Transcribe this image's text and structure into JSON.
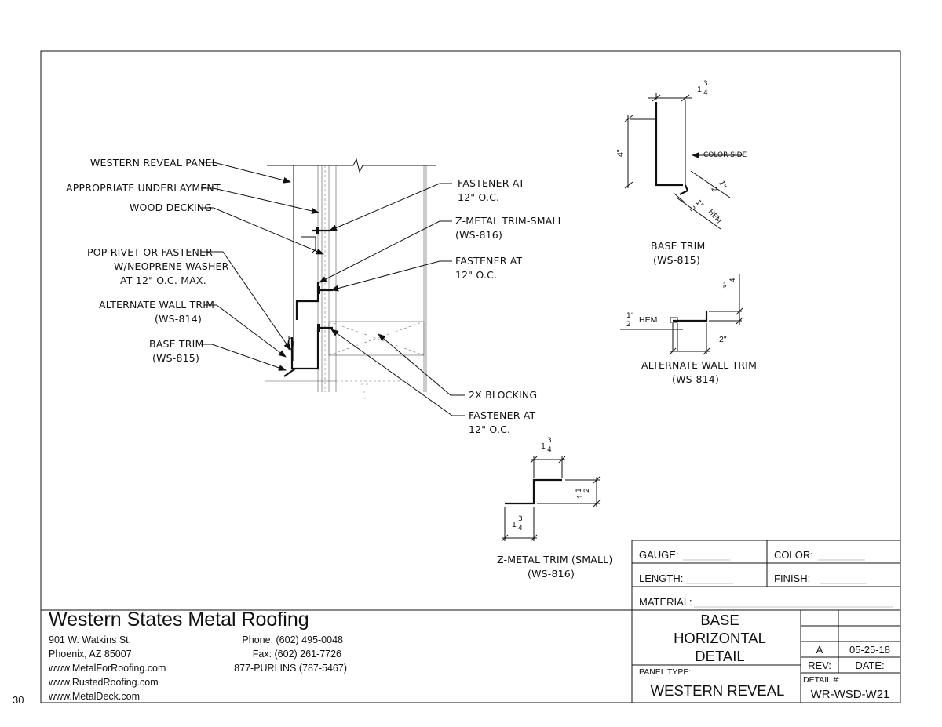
{
  "page_number": "30",
  "company": {
    "name": "Western States Metal Roofing",
    "address_line1": "901 W. Watkins St.",
    "address_line2": "Phoenix, AZ 85007",
    "phone": "Phone: (602) 495-0048",
    "fax": "Fax: (602) 261-7726",
    "tollfree": "877-PURLINS (787-5467)",
    "websites": [
      "www.MetalForRoofing.com",
      "www.RustedRoofing.com",
      "www.MetalDeck.com"
    ]
  },
  "title_block": {
    "gauge_label": "GAUGE:",
    "color_label": "COLOR:",
    "length_label": "LENGTH:",
    "finish_label": "FINISH:",
    "material_label": "MATERIAL:",
    "title_lines": [
      "BASE",
      "HORIZONTAL",
      "DETAIL"
    ],
    "panel_type_label": "PANEL TYPE:",
    "panel_type": "WESTERN REVEAL",
    "rev_value": "A",
    "date_value": "05-25-18",
    "rev_label": "REV:",
    "date_label": "DATE:",
    "detail_label": "DETAIL #:",
    "detail_number": "WR-WSD-W21"
  },
  "section_labels": {
    "left": [
      "WESTERN REVEAL PANEL",
      "APPROPRIATE UNDERLAYMENT",
      "WOOD DECKING",
      "POP RIVET OR FASTENER",
      "W/NEOPRENE WASHER",
      "AT 12\" O.C. MAX.",
      "ALTERNATE WALL TRIM",
      "(WS-814)",
      "BASE TRIM",
      "(WS-815)"
    ],
    "right": [
      "FASTENER AT",
      "12\" O.C.",
      "Z-METAL TRIM-SMALL",
      "(WS-816)",
      "FASTENER AT",
      "12\" O.C.",
      "2X BLOCKING",
      "FASTENER AT",
      "12\" O.C."
    ]
  },
  "profiles": {
    "base_trim": {
      "name": "BASE TRIM",
      "code": "(WS-815)",
      "dim_top_whole": "1",
      "dim_top_num": "3",
      "dim_top_den": "4",
      "dim_height": "4\"",
      "color_side": "COLOR SIDE",
      "dim_half": "1\"",
      "dim_half_den": "2",
      "hem": "HEM"
    },
    "alternate_wall_trim": {
      "name": "ALTERNATE WALL TRIM",
      "code": "(WS-814)",
      "hem_num": "1\"",
      "hem_den": "2",
      "hem": "HEM",
      "dim_width": "2\"",
      "dim_right": "3\"",
      "dim_right_den": "4"
    },
    "z_metal_trim": {
      "name": "Z-METAL TRIM (SMALL)",
      "code": "(WS-816)",
      "dim_top_whole": "1",
      "dim_top_num": "3",
      "dim_top_den": "4",
      "dim_right_whole": "1",
      "dim_right_num": "1",
      "dim_right_den": "2",
      "dim_bottom_whole": "1",
      "dim_bottom_num": "3",
      "dim_bottom_den": "4"
    }
  }
}
